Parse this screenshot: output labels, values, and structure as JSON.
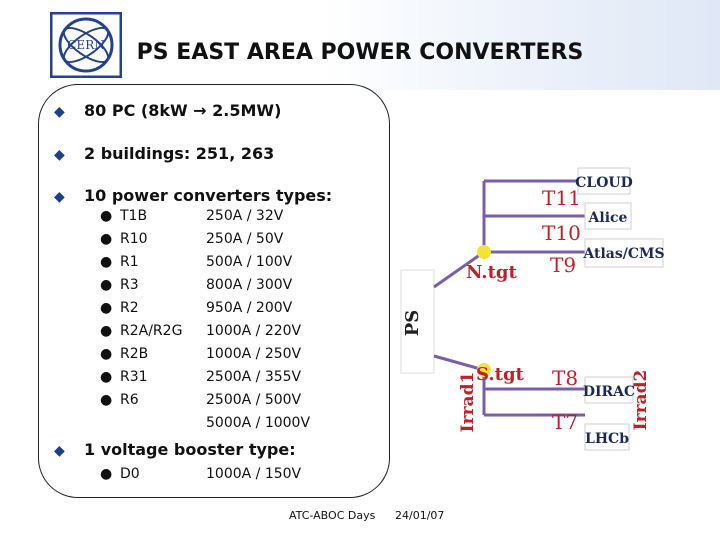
{
  "title": "PS EAST AREA POWER CONVERTERS",
  "logo_text": "CERN",
  "bullets": [
    "80 PC (8kW → 2.5MW)",
    "2 buildings: 251, 263",
    "10 power converters types:"
  ],
  "converters": [
    {
      "name": "T1B",
      "spec": "250A / 32V"
    },
    {
      "name": "R10",
      "spec": "250A / 50V"
    },
    {
      "name": "R1",
      "spec": "500A / 100V"
    },
    {
      "name": "R3",
      "spec": "800A / 300V"
    },
    {
      "name": "R2",
      "spec": "950A / 200V"
    },
    {
      "name": "R2A/R2G",
      "spec": "1000A / 220V"
    },
    {
      "name": "R2B",
      "spec": "1000A / 250V"
    },
    {
      "name": "R31",
      "spec": "2500A / 355V"
    },
    {
      "name": "R6",
      "spec": "2500A / 500V"
    }
  ],
  "converters_extra_spec": "5000A / 1000V",
  "booster_bullet": "1 voltage booster type:",
  "booster": {
    "name": "D0",
    "spec": "1000A / 150V"
  },
  "diagram": {
    "ps": "PS",
    "ntgt": "N.tgt",
    "stgt": "S.tgt",
    "t11": "T11",
    "t10": "T10",
    "t9": "T9",
    "t8": "T8",
    "t7": "T7",
    "irrad1": "Irrad1",
    "irrad2": "Irrad2",
    "cloud": "CLOUD",
    "alice": "Alice",
    "atlas": "Atlas/CMS",
    "dirac": "DIRAC",
    "lhcb": "LHCb"
  },
  "footer": {
    "event": "ATC-ABOC Days",
    "date": "24/01/07"
  },
  "colors": {
    "bullet": "#1b3f8f",
    "beamline": "#7b5ea9",
    "target": "#f2e336",
    "label_red": "#c0202a",
    "logo_blue": "#24428e"
  }
}
